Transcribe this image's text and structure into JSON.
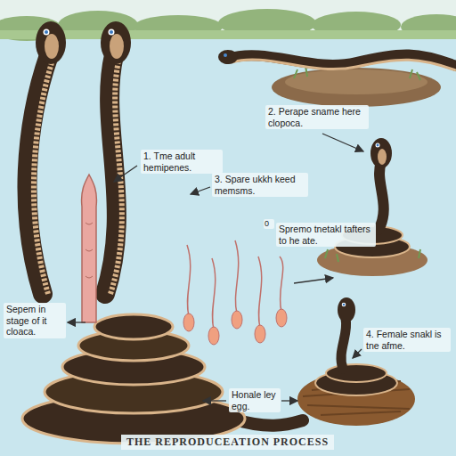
{
  "diagram": {
    "title": "THE REPRODUCEATION PROCESS",
    "labels": [
      "1. Tme adult hemipenes.",
      "2. Perape sname here clopoca.",
      "3. Spare ukkh keed memsms.",
      "0",
      "Spremo tnetakl tafters to he ate.",
      "Sepem in stage of it cloaca.",
      "4. Female snakl is tne afme.",
      "Honale ley egg."
    ]
  }
}
